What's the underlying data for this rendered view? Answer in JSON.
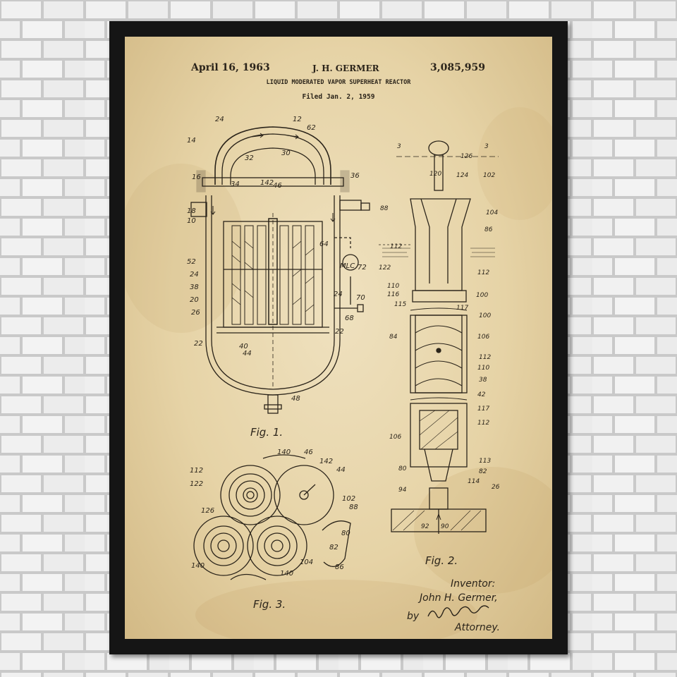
{
  "header": {
    "date": "April 16, 1963",
    "inventor_name": "J. H. GERMER",
    "patent_number": "3,085,959",
    "title": "LIQUID MODERATED VAPOR SUPERHEAT REACTOR",
    "filed": "Filed Jan. 2, 1959"
  },
  "figures": {
    "fig1": "Fig. 1.",
    "fig2": "Fig. 2.",
    "fig3": "Fig. 3."
  },
  "fig1_labels": [
    "24",
    "12",
    "62",
    "14",
    "30",
    "32",
    "16",
    "36",
    "34",
    "142",
    "46",
    "18",
    "10",
    "64",
    "MLC",
    "72",
    "52",
    "24",
    "38",
    "20",
    "26",
    "24",
    "70",
    "68",
    "22",
    "22",
    "40",
    "44",
    "48"
  ],
  "fig2_labels": [
    "3",
    "3",
    "126",
    "120",
    "124",
    "102",
    "88",
    "104",
    "86",
    "112",
    "122",
    "112",
    "110",
    "116",
    "100",
    "115",
    "117",
    "100",
    "84",
    "106",
    "112",
    "110",
    "38",
    "42",
    "117",
    "112",
    "106",
    "113",
    "82",
    "80",
    "114",
    "94",
    "26",
    "92",
    "90"
  ],
  "fig3_labels": [
    "140",
    "46",
    "142",
    "44",
    "112",
    "122",
    "126",
    "102",
    "88",
    "80",
    "82",
    "140",
    "140",
    "104",
    "86"
  ],
  "signature": {
    "inventor_heading": "Inventor:",
    "inventor": "John H. Germer,",
    "by": "by",
    "attorney": "Attorney."
  },
  "colors": {
    "frame": "#151515",
    "paper": "#e8d7ab",
    "ink": "#2b241a",
    "wall": "#dcdcdc"
  }
}
